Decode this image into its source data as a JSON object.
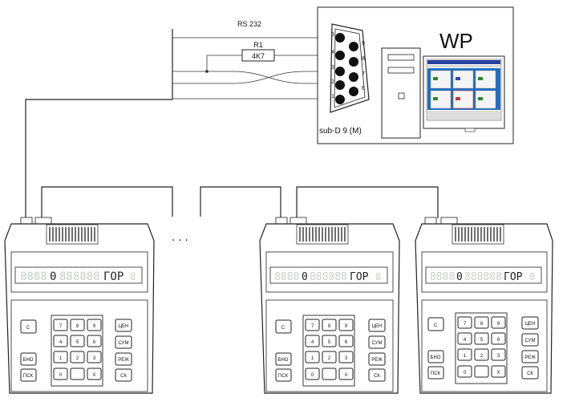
{
  "interface": {
    "label": "RS 232"
  },
  "resistor": {
    "name": "R1",
    "value": "4K7"
  },
  "connector": {
    "label": "sub-D 9 (M)",
    "pins": [
      "1",
      "2",
      "3",
      "4",
      "5",
      "6",
      "7",
      "8",
      "9"
    ]
  },
  "pc": {
    "label": "WP"
  },
  "ellipsis": ". . .",
  "terminal": {
    "display": {
      "value": "0",
      "mode": "ГОР"
    },
    "keys": {
      "clear": "С",
      "digits": [
        "7",
        "8",
        "9",
        "4",
        "5",
        "6",
        "1",
        "2",
        "3",
        "0"
      ],
      "mult": "Х",
      "price": "ЦЕН",
      "sum": "СУМ",
      "mode": "РЕЖ",
      "sk": "СК",
      "bno": "БНО",
      "psk": "ПСК"
    }
  }
}
